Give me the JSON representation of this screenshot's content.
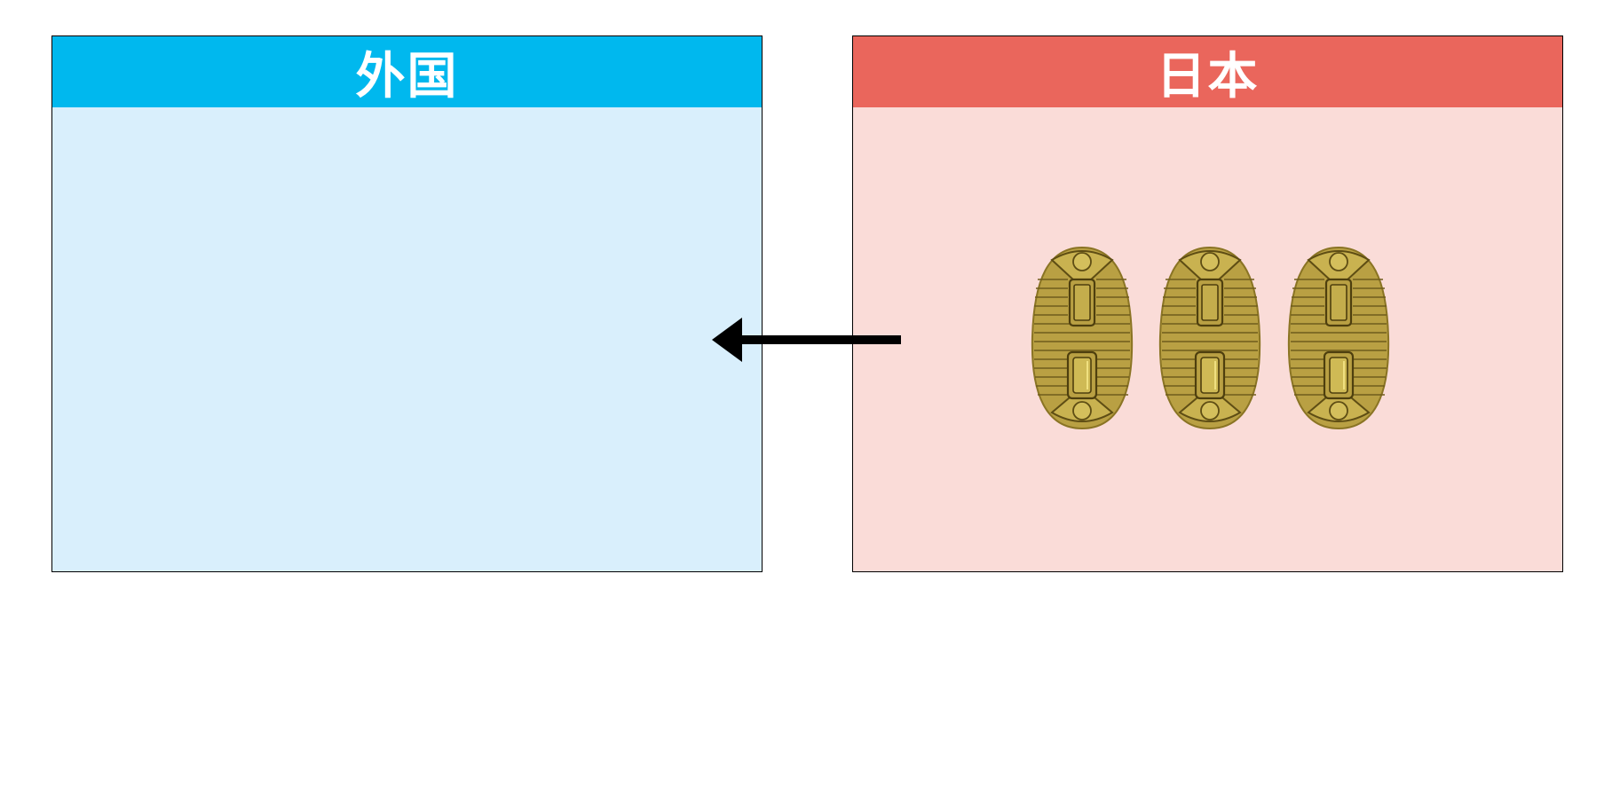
{
  "panels": {
    "left": {
      "title": "外国",
      "header_color": "#00b8ee",
      "body_color": "#d9effc"
    },
    "right": {
      "title": "日本",
      "header_color": "#ea665c",
      "body_color": "#fadcd8"
    }
  },
  "coins": {
    "count": 3,
    "icon": "koban-gold-coin-icon",
    "color": "#b8a040"
  },
  "arrow": {
    "direction": "left",
    "from": "日本",
    "to": "外国",
    "icon": "arrow-left-icon",
    "color": "#000000"
  }
}
